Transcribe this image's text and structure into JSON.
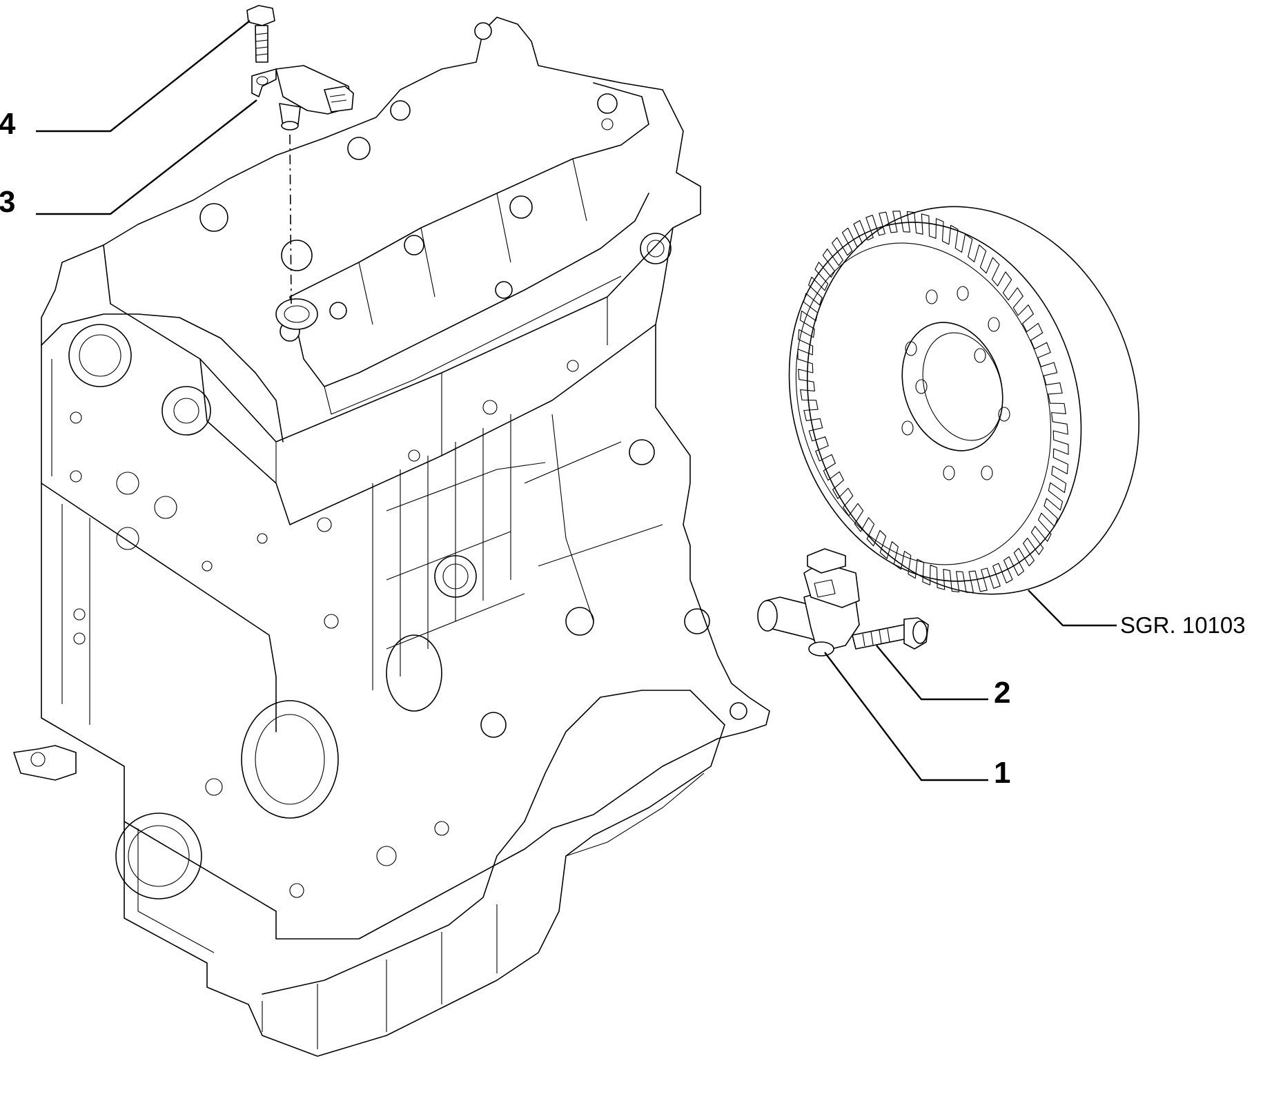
{
  "diagram": {
    "style": "exploded parts line drawing",
    "line_color": "#000000",
    "background": "#ffffff"
  },
  "callouts": [
    {
      "id": "1",
      "label": "1"
    },
    {
      "id": "2",
      "label": "2"
    },
    {
      "id": "3",
      "label": "3"
    },
    {
      "id": "4",
      "label": "4"
    }
  ],
  "reference": {
    "label": "SGR. 10103"
  }
}
